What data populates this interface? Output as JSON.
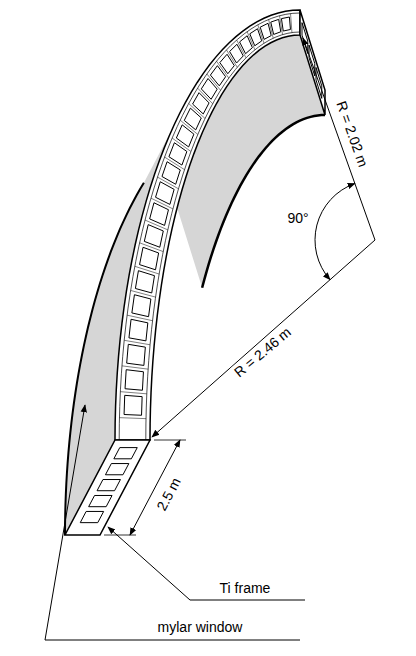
{
  "diagram": {
    "labels": [
      "R = 2.02 m",
      "90°",
      "R = 2.46 m",
      "2.5 m",
      "Ti frame",
      "mylar window"
    ]
  }
}
